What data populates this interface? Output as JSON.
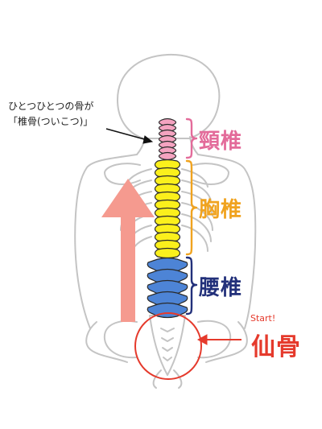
{
  "colors": {
    "outline": "#c4c4c4",
    "cervical": "#e36b9a",
    "thoracic": "#f0a31f",
    "lumbar": "#22307a",
    "sacrum": "#e53a2c",
    "cervical_fill": "#f4a3c0",
    "thoracic_fill": "#fbf01c",
    "lumbar_fill": "#4d84d6",
    "arrow": "#f59a8f"
  },
  "callout": {
    "line1": "ひとつひとつの骨が",
    "line2": "「椎骨(ついこつ)」"
  },
  "labels": {
    "cervical": "頸椎",
    "thoracic": "胸椎",
    "lumbar": "腰椎",
    "sacrum": "仙骨",
    "start": "Start!"
  },
  "icons": {
    "up_arrow": "upward-arrow-icon",
    "left_arrow": "left-arrow-icon",
    "callout_arrow": "pointer-arrow-icon"
  }
}
